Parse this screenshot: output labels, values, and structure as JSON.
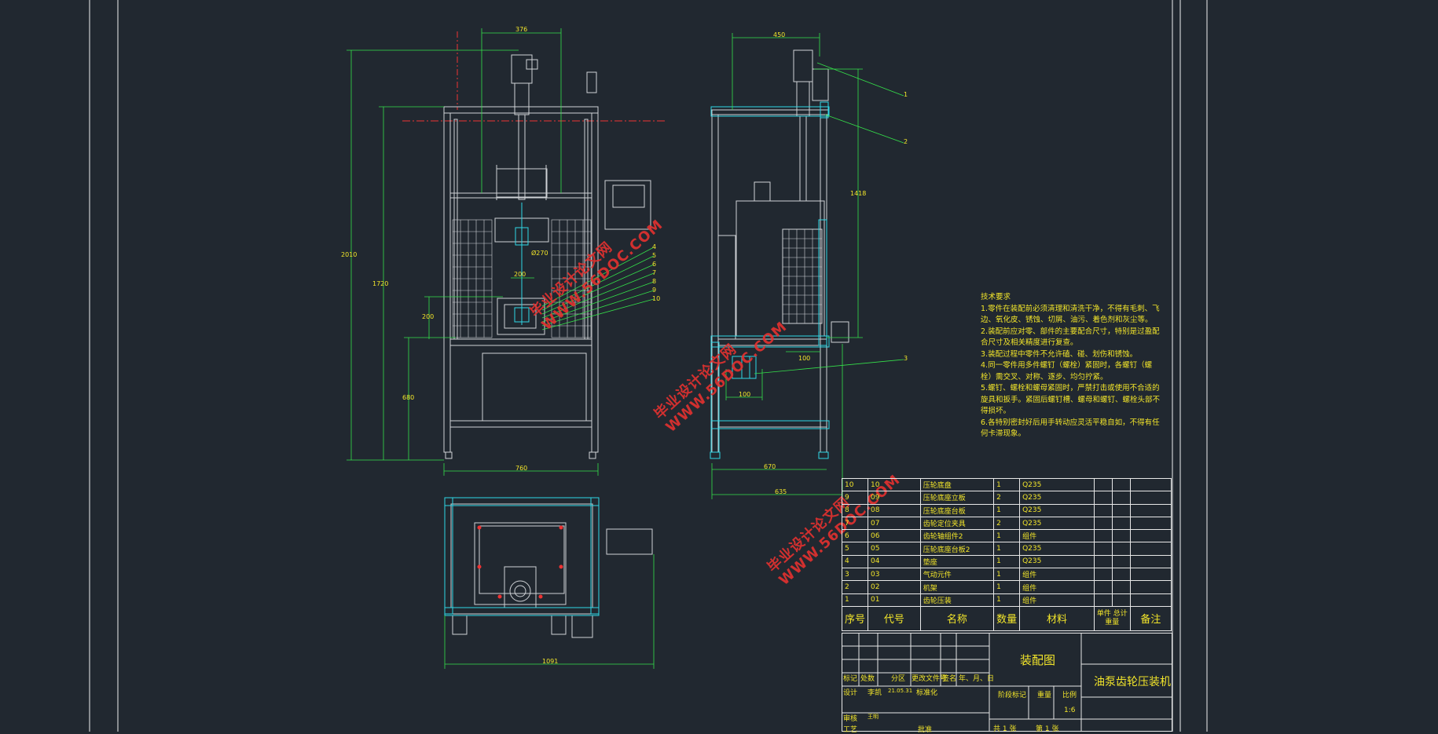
{
  "watermarks": [
    {
      "line1": "毕业设计论文网",
      "line2": "WWW.56DOC.COM"
    },
    {
      "line1": "毕业设计论文网",
      "line2": "WWW.56DOC.COM"
    },
    {
      "line1": "毕业设计论文网",
      "line2": "WWW.56DOC.COM"
    }
  ],
  "dimensions": {
    "d376": "376",
    "d450": "450",
    "d2010": "2010",
    "d1720": "1720",
    "d1418": "1418",
    "d200": "200",
    "d200b": "200",
    "d680": "680",
    "d760": "760",
    "d670": "670",
    "d635": "635",
    "d1091": "1091",
    "d100": "100",
    "d100b": "100",
    "d270": "Ø270"
  },
  "balloons": {
    "front": [
      "4",
      "5",
      "6",
      "7",
      "8",
      "9",
      "10"
    ],
    "side_top": "1",
    "side_mid": "2",
    "side_low": "3"
  },
  "technical_notes": {
    "heading": "技术要求",
    "lines": [
      "1.零件在装配前必须清理和清洗干净，不得有毛刺、飞边、氧化皮、锈蚀、切屑、油污、着色剂和灰尘等。",
      "2.装配前应对零、部件的主要配合尺寸，特别是过盈配合尺寸及相关精度进行复查。",
      "3.装配过程中零件不允许磕、碰、划伤和锈蚀。",
      "4.同一零件用多件螺钉（螺栓）紧固时，各螺钉（螺栓）需交叉、对称、逐步、均匀拧紧。",
      "5.螺钉、螺栓和螺母紧固时，严禁打击或使用不合适的旋具和扳手。紧固后螺钉槽、螺母和螺钉、螺栓头部不得损坏。",
      "6.各特别密封好后用手转动应灵活平稳自如，不得有任何卡滞现象。"
    ]
  },
  "bom": {
    "rows": [
      {
        "no": "10",
        "code": "10",
        "name": "压轮底盘",
        "qty": "1",
        "material": "Q235"
      },
      {
        "no": "9",
        "code": "09",
        "name": "压轮底座立板",
        "qty": "2",
        "material": "Q235"
      },
      {
        "no": "8",
        "code": "08",
        "name": "压轮底座台板",
        "qty": "1",
        "material": "Q235"
      },
      {
        "no": "7",
        "code": "07",
        "name": "齿轮定位夹具",
        "qty": "2",
        "material": "Q235"
      },
      {
        "no": "6",
        "code": "06",
        "name": "齿轮轴组件2",
        "qty": "1",
        "material": "组件"
      },
      {
        "no": "5",
        "code": "05",
        "name": "压轮底座台板2",
        "qty": "1",
        "material": "Q235"
      },
      {
        "no": "4",
        "code": "04",
        "name": "垫座",
        "qty": "1",
        "material": "Q235"
      },
      {
        "no": "3",
        "code": "03",
        "name": "气动元件",
        "qty": "1",
        "material": "组件"
      },
      {
        "no": "2",
        "code": "02",
        "name": "机架",
        "qty": "1",
        "material": "组件"
      },
      {
        "no": "1",
        "code": "01",
        "name": "齿轮压装",
        "qty": "1",
        "material": "组件"
      }
    ],
    "header": {
      "no": "序号",
      "code": "代号",
      "name": "名称",
      "qty": "数量",
      "material": "材料",
      "unit": "单件",
      "total": "总计",
      "weight": "重量",
      "remark": "备注"
    }
  },
  "title_block": {
    "drawing_type": "装配图",
    "drawing_name": "油泵齿轮压装机",
    "mark": "标记",
    "count": "处数",
    "zone": "分区",
    "change_doc": "更改文件号",
    "sign": "签名",
    "ymd": "年、月、日",
    "design": "设计",
    "designer": "李凯",
    "date": "21.05.31",
    "standardize": "标准化",
    "stage": "阶段标记",
    "weight": "重量",
    "scale": "比例",
    "scale_value": "1:6",
    "review": "审核",
    "reviewer": "王明",
    "process": "工艺",
    "approve": "批准",
    "total_sheets": "共  1  张",
    "sheet_no": "第  1  张"
  }
}
